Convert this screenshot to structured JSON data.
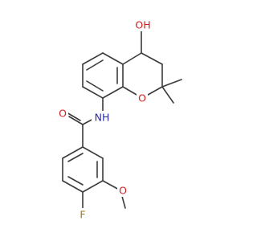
{
  "molecule": {
    "atoms": {
      "hydroxyl": "OH",
      "ring_oxygen": "O",
      "amide_nh": "NH",
      "carbonyl_oxygen": "O",
      "fluorine": "F",
      "methoxy_oxygen": "O"
    },
    "colors": {
      "bond": "#3a3a3a",
      "oxygen": "#d02020",
      "nitrogen": "#2a2aa8",
      "fluorine": "#9a7a18",
      "background": "#ffffff"
    }
  }
}
